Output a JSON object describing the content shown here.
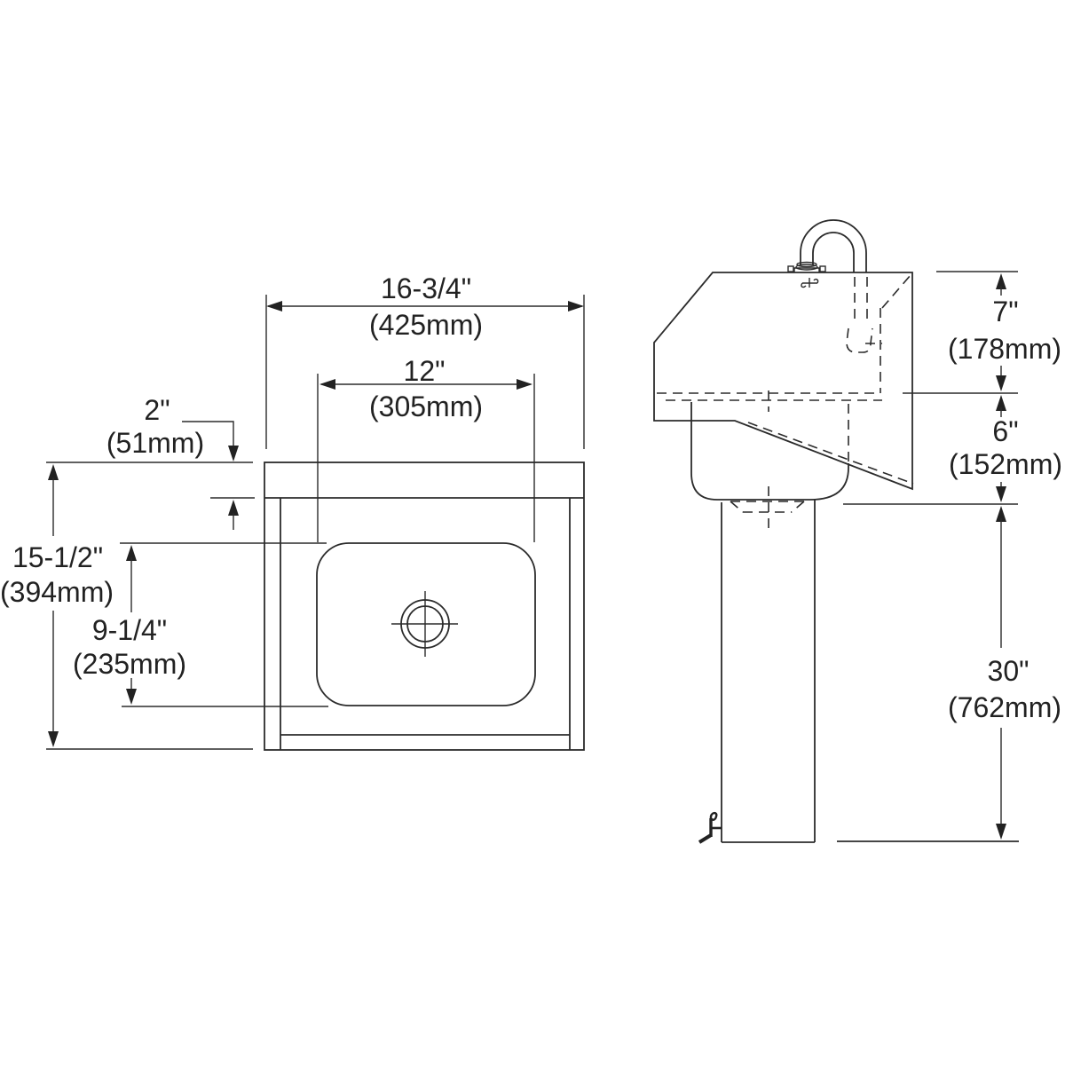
{
  "page": {
    "background": "#ffffff",
    "line_color": "#2b2b2b",
    "text_color": "#222222"
  },
  "drawing": {
    "type": "technical-dimension-drawing",
    "subject": "wall-mounted hand sink with gooseneck faucet and pedestal, front and side elevation views",
    "views": [
      {
        "id": "front-view",
        "description": "front elevation of sink with bowl and drain"
      },
      {
        "id": "side-view",
        "description": "side elevation with gooseneck faucet, apron and pedestal"
      }
    ],
    "dimensions": {
      "overall_width": {
        "inches": "16-3/4\"",
        "metric": "(425mm)"
      },
      "bowl_width": {
        "inches": "12\"",
        "metric": "(305mm)"
      },
      "rim_height": {
        "inches": "2\"",
        "metric": "(51mm)"
      },
      "overall_height": {
        "inches": "15-1/2\"",
        "metric": "(394mm)"
      },
      "bowl_depth": {
        "inches": "9-1/4\"",
        "metric": "(235mm)"
      },
      "top_section_depth": {
        "inches": "7\"",
        "metric": "(178mm)"
      },
      "apron_depth": {
        "inches": "6\"",
        "metric": "(152mm)"
      },
      "pedestal_height": {
        "inches": "30\"",
        "metric": "(762mm)"
      }
    }
  }
}
